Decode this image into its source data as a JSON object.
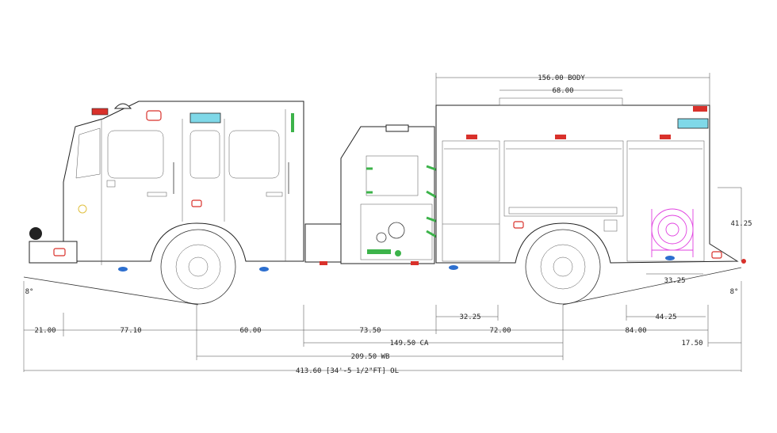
{
  "colors": {
    "line": "#333333",
    "pump_accent": "#3cb34a",
    "hose_reel": "#e040e0",
    "warning_red": "#d9312b",
    "marker_blue": "#2d6fcf",
    "lightbar_cyan": "#7fd8e8"
  },
  "dimensions": {
    "body": "156.00 BODY",
    "compartment": "68.00",
    "height_rear": "41.25",
    "reel_width": "33.25",
    "angle_front": "8°",
    "angle_rear": "8°",
    "front_overhang": "21.00",
    "front_axle": "77.10",
    "cab_to_pump": "60.00",
    "pump_section": "73.50",
    "body_start_gap": "32.25",
    "body_mid": "72.00",
    "rear_to_axle": "84.00",
    "rear_reel_gap": "44.25",
    "rear_overhang": "17.50",
    "ca": "149.50 CA",
    "wb": "209.50 WB",
    "ol": "413.60 [34'-5 1/2\"FT] OL"
  }
}
